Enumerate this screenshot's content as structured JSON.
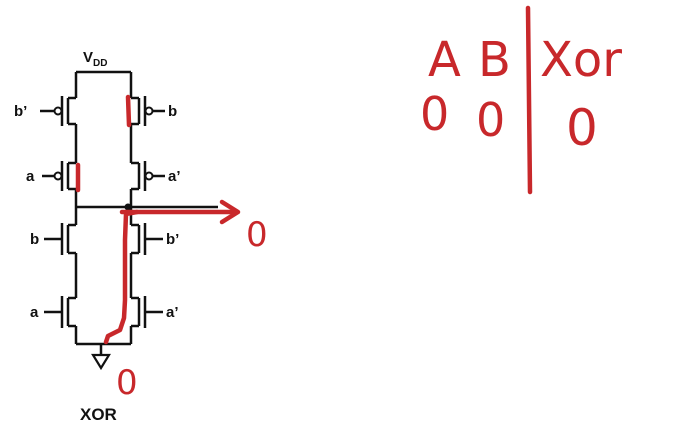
{
  "circuit": {
    "supply": {
      "main": "V",
      "sub": "DD"
    },
    "title": "XOR",
    "pull_up": {
      "left": [
        "b’",
        "a"
      ],
      "right": [
        "b",
        "a’"
      ]
    },
    "pull_down": {
      "left": [
        "b",
        "a"
      ],
      "right": [
        "b’",
        "a’"
      ]
    }
  },
  "annotations": {
    "output_value": "0",
    "ground_value": "0",
    "ink_color": "#c8282b"
  },
  "truth_table": {
    "headers": [
      "A",
      "B",
      "Xor"
    ],
    "rows": [
      [
        "0",
        "0",
        "0"
      ]
    ]
  }
}
